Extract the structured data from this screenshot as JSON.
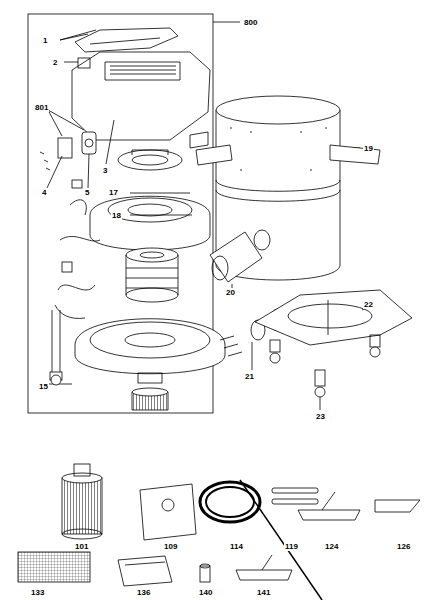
{
  "diagram": {
    "labels": [
      "800",
      "1",
      "2",
      "801",
      "3",
      "4",
      "5",
      "17",
      "18",
      "19",
      "20",
      "21",
      "22",
      "15",
      "23",
      "101",
      "109",
      "114",
      "119",
      "124",
      "126",
      "133",
      "136",
      "140",
      "141"
    ]
  }
}
